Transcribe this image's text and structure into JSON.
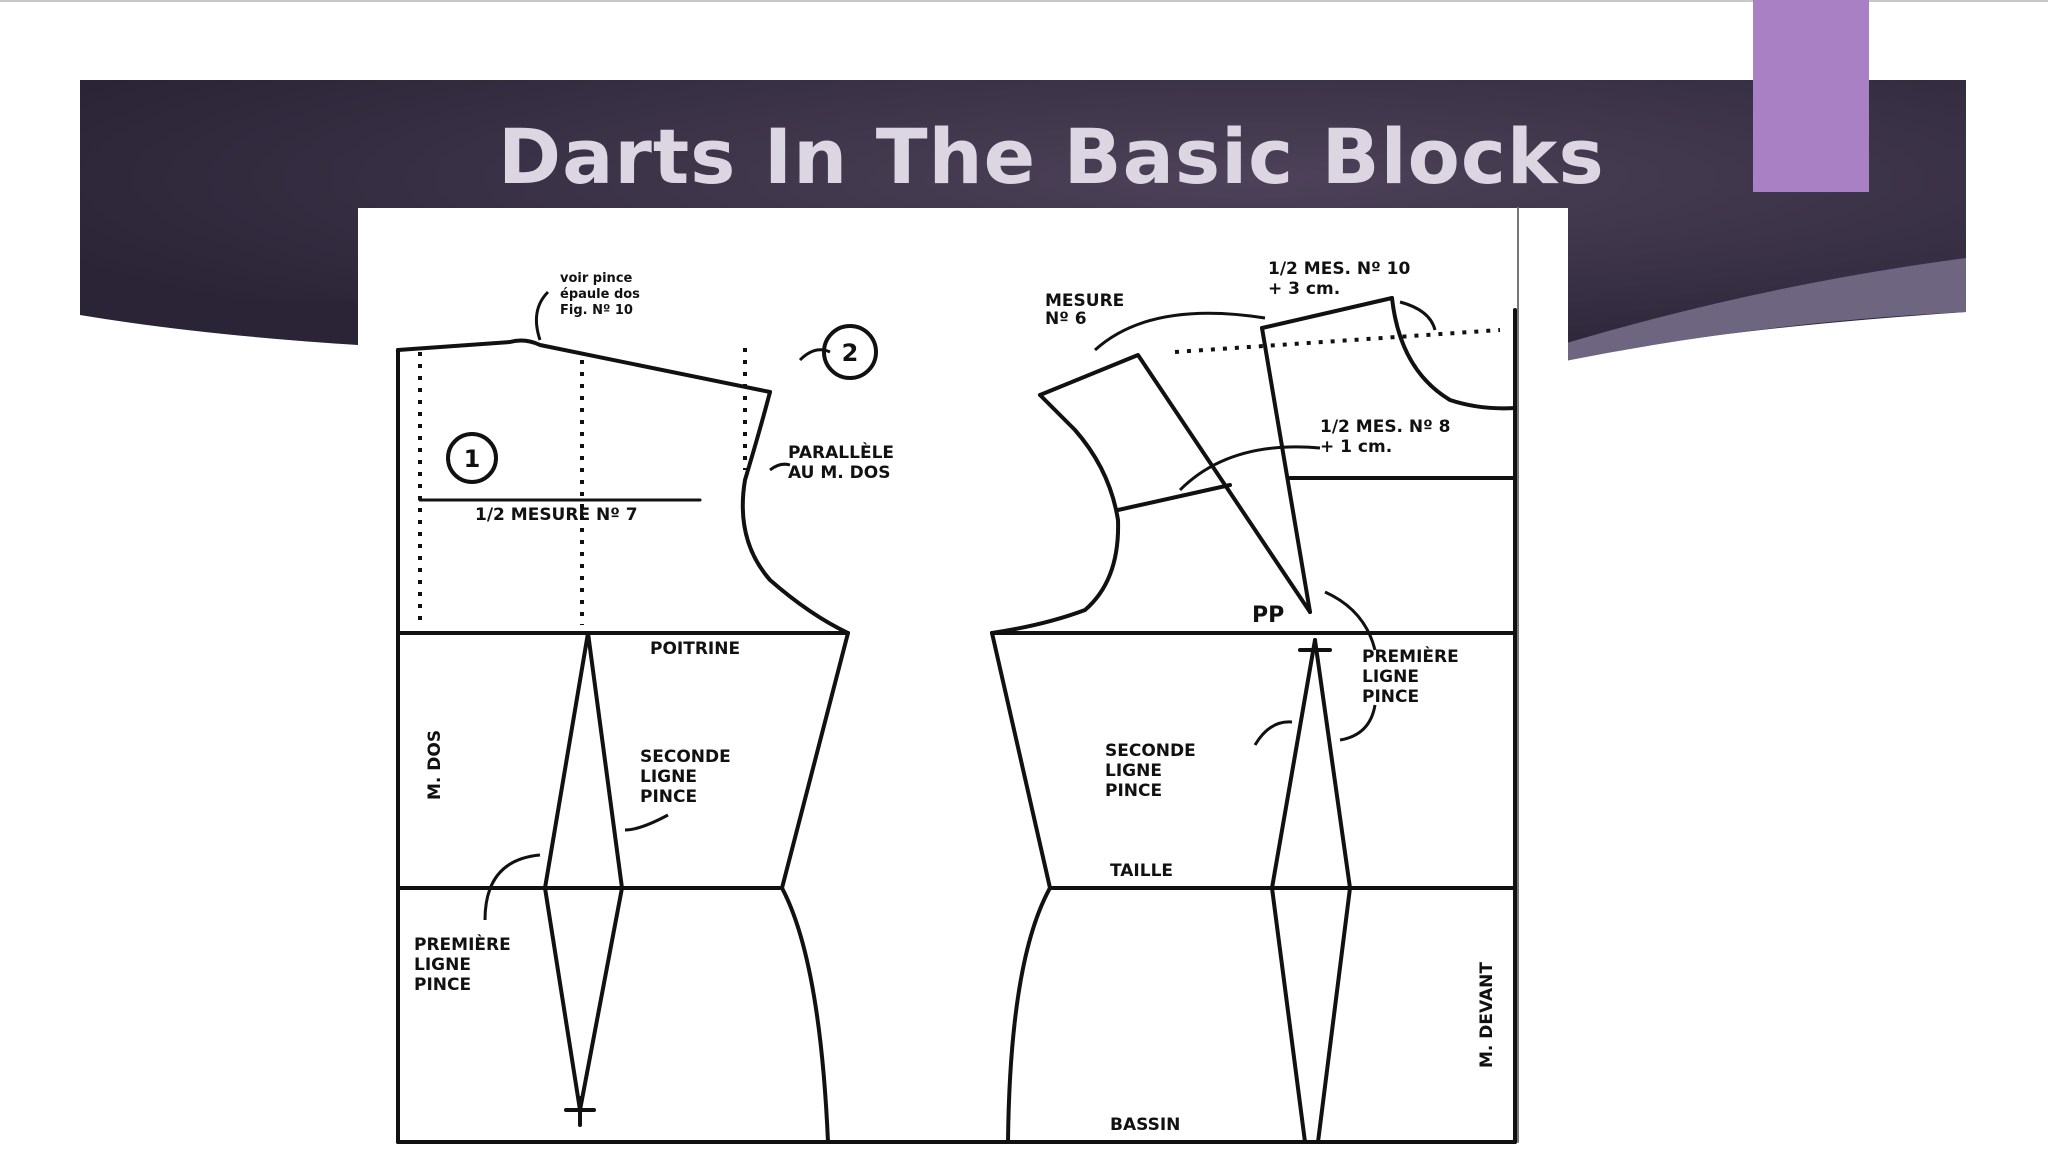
{
  "slide": {
    "title": "Darts In The Basic Blocks",
    "colors": {
      "banner_dark": "#2a2436",
      "banner_mid": "#453a52",
      "accent_purple": "#a980c4",
      "title_text": "#dcd6e2",
      "swoosh": "#6e6680"
    }
  },
  "diagram": {
    "labels": {
      "back_note": [
        "voir pince",
        "épaule dos",
        "Fig. Nº 10"
      ],
      "circle_1": "1",
      "circle_2": "2",
      "parallele": [
        "PARALLÈLE",
        "AU M. DOS"
      ],
      "half_mesure": "1/2 MESURE Nº 7",
      "poitrine": "POITRINE",
      "seconde_back": [
        "SECONDE",
        "LIGNE",
        "PINCE"
      ],
      "m_dos": "M. DOS",
      "premiere_back": [
        "PREMIÈRE",
        "LIGNE",
        "PINCE"
      ],
      "mesure_6": [
        "MESURE",
        "Nº 6"
      ],
      "half_mes_10": [
        "1/2 MES. Nº 10",
        "+ 3 cm."
      ],
      "half_mes_8": [
        "1/2 MES. Nº 8",
        "+ 1 cm."
      ],
      "pp": "PP",
      "premiere_front": [
        "PREMIÈRE",
        "LIGNE",
        "PINCE"
      ],
      "seconde_front": [
        "SECONDE",
        "LIGNE",
        "PINCE"
      ],
      "taille": "TAILLE",
      "m_devant": "M. DEVANT",
      "bassin": "BASSIN"
    }
  }
}
